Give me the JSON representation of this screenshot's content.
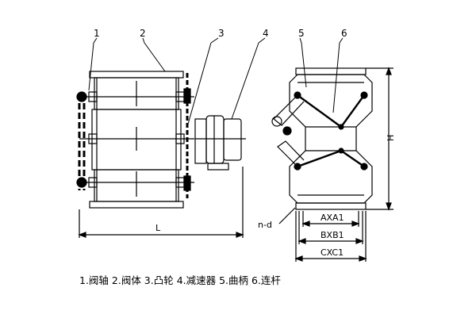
{
  "callouts": [
    "1",
    "2",
    "3",
    "4",
    "5",
    "6"
  ],
  "dimensions": {
    "length": "L",
    "height": "H",
    "bolt_holes": "n-d",
    "width_inner": "AXA1",
    "width_mid": "BXB1",
    "width_outer": "CXC1"
  },
  "caption": "1.阀轴 2.阀体 3.凸轮 4.减速器 5.曲柄 6.连杆"
}
